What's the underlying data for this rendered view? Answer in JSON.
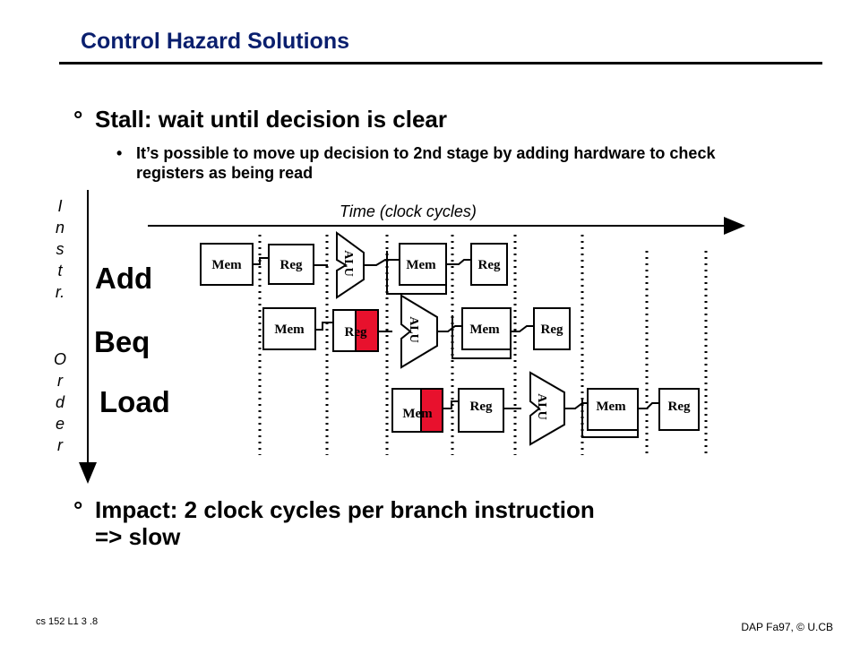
{
  "slide": {
    "title": "Control Hazard Solutions",
    "bullet1": "Stall: wait until decision is clear",
    "sub_bullet": "It’s possible to move up decision to 2nd stage by adding hardware to check registers as being read",
    "bullet2_line1": "Impact: 2 clock cycles per branch instruction",
    "bullet2_line2": "=> slow",
    "bullet_mark": "°",
    "sub_mark": "•"
  },
  "axis": {
    "time_label": "Time (clock cycles)",
    "order_letters": [
      "I",
      "n",
      "s",
      "t",
      "r.",
      "O",
      "r",
      "d",
      "e",
      "r"
    ]
  },
  "instructions": [
    "Add",
    "Beq",
    "Load"
  ],
  "stage_labels": {
    "mem": "Mem",
    "reg": "Reg",
    "alu": "ALU"
  },
  "colors": {
    "title": "#0a1f6e",
    "highlight": "#e8112d"
  },
  "footer": {
    "left": "cs 152  L1 3 .8",
    "right": "DAP Fa97, © U.CB"
  }
}
